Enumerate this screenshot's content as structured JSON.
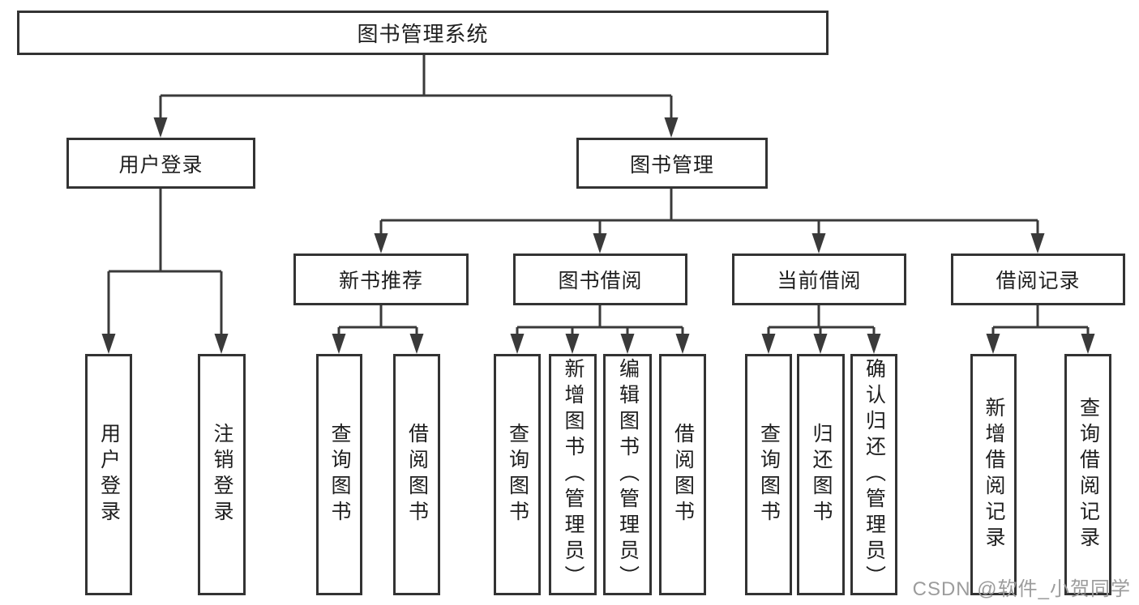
{
  "diagram": {
    "root": {
      "label": "图书管理系统"
    },
    "branches": [
      {
        "label": "用户登录",
        "children": [
          "用户登录",
          "注销登录"
        ]
      },
      {
        "label": "图书管理",
        "sections": [
          {
            "label": "新书推荐",
            "children": [
              "查询图书",
              "借阅图书"
            ]
          },
          {
            "label": "图书借阅",
            "children": [
              "查询图书",
              "新增图书（管理员）",
              "编辑图书（管理员）",
              "借阅图书"
            ]
          },
          {
            "label": "当前借阅",
            "children": [
              "查询图书",
              "归还图书",
              "确认归还（管理员）"
            ]
          },
          {
            "label": "借阅记录",
            "children": [
              "新增借阅记录",
              "查询借阅记录"
            ]
          }
        ]
      }
    ],
    "watermark": "CSDN @软件_小贺同学",
    "colors": {
      "line": "#3a3a3a",
      "box_border": "#333333",
      "text": "#1e1e1e",
      "watermark": "#9c9c9c",
      "background": "#ffffff"
    }
  }
}
